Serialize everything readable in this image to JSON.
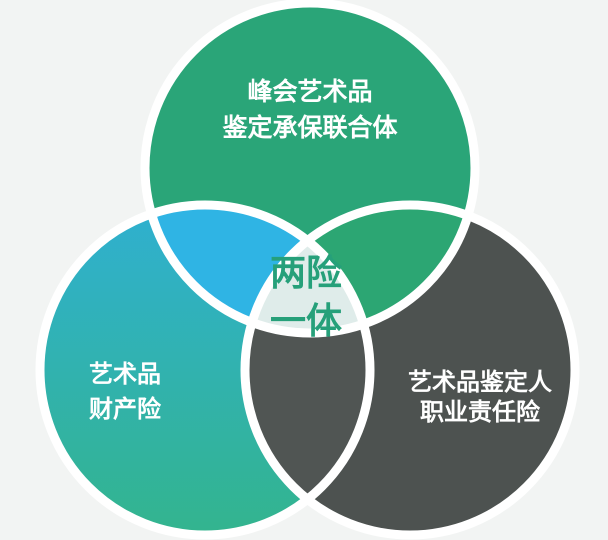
{
  "diagram": {
    "sets": [
      {
        "id": "top",
        "line1": "峰会艺术品",
        "line2": "鉴定承保联合体",
        "color": "#2aa578"
      },
      {
        "id": "left",
        "line1": "艺术品",
        "line2": "财产险",
        "color_start": "#2fb0d0",
        "color_end": "#33b48e"
      },
      {
        "id": "right",
        "line1": "艺术品鉴定人",
        "line2": "职业责任险",
        "color": "#4d5250"
      }
    ],
    "overlaps": {
      "top_left": "#2fb4e4",
      "top_right": "#2ca673",
      "left_right": "#505553"
    },
    "center": {
      "line1": "两险",
      "line2": "一体",
      "fill": "#dfecea",
      "text_color": "#26a07a"
    },
    "gap_color": "#ffffff"
  }
}
